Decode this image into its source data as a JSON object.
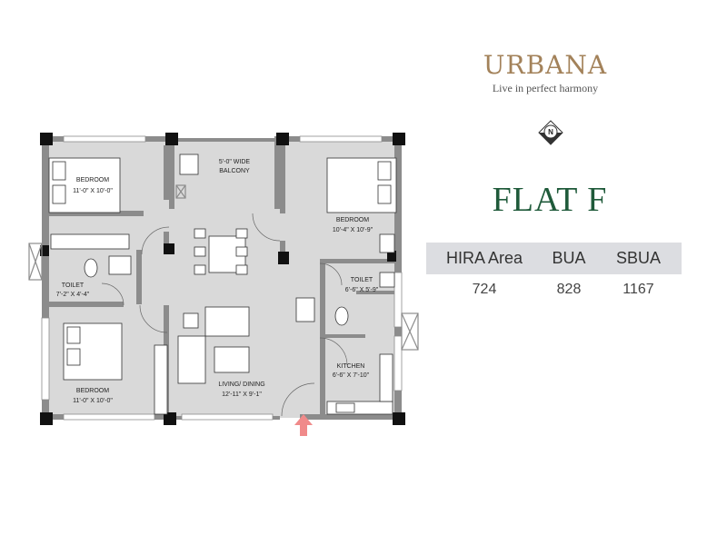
{
  "brand": {
    "name": "URBANA",
    "tagline": "Live in perfect harmony"
  },
  "compass": {
    "letter": "N",
    "icon": "north-compass-icon"
  },
  "flat": {
    "title": "FLAT F"
  },
  "area_table": {
    "headers": [
      "HIRA Area",
      "BUA",
      "SBUA"
    ],
    "values": [
      "724",
      "828",
      "1167"
    ]
  },
  "rooms": {
    "bedroom1": {
      "name": "BEDROOM",
      "size": "11'-0\" X 10'-0\""
    },
    "bedroom2": {
      "name": "BEDROOM",
      "size": "10'-4\" X 10'-9\""
    },
    "bedroom3": {
      "name": "BEDROOM",
      "size": "11'-0\" X 10'-0\""
    },
    "balcony": {
      "name": "5'-0\" WIDE",
      "size": "BALCONY"
    },
    "toilet1": {
      "name": "TOILET",
      "size": "7'-2\" X 4'-4\""
    },
    "toilet2": {
      "name": "TOILET",
      "size": "6'-6\" X 5'-9\""
    },
    "kitchen": {
      "name": "KITCHEN",
      "size": "6'-6\" X 7'-10\""
    },
    "living": {
      "name": "LIVING/ DINING",
      "size": "12'-11\" X 9'-1\""
    }
  },
  "colors": {
    "brand": "#a3825a",
    "title": "#1f5a3a",
    "floor": "#d9d9d9",
    "wall": "#8c8c8c",
    "column": "#111111",
    "entry_arrow": "#f08a8a",
    "table_head": "#dcdde1"
  }
}
